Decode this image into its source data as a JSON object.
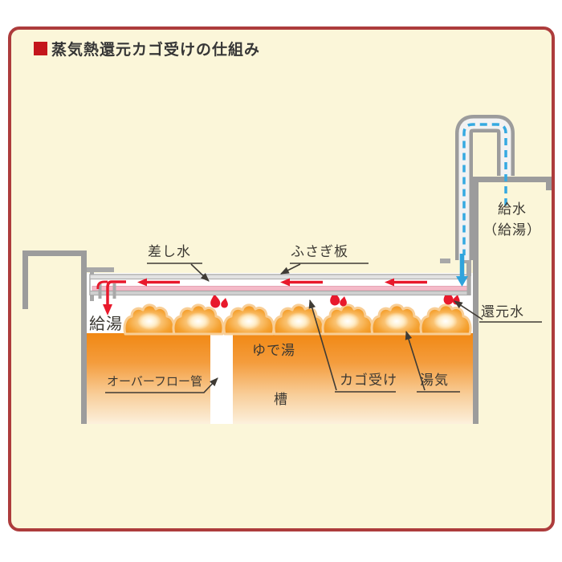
{
  "title": {
    "text": "蒸気熱還元カゴ受けの仕組み",
    "bullet_color": "#C4161C"
  },
  "labels": {
    "sashimizu": "差し水",
    "fusagiita": "ふさぎ板",
    "kyusui_line1": "給水",
    "kyusui_line2": "（給湯）",
    "kyuto": "給湯",
    "kangensui": "還元水",
    "overflow_pipe": "オーバーフロー管",
    "yudeyu": "ゆで湯",
    "kagouke": "カゴ受け",
    "yuge": "湯気",
    "tank": "槽"
  },
  "colors": {
    "card_background": "#FBF6D9",
    "card_border": "#AD3C3C",
    "wall_gray": "#9C9C9C",
    "hot_water_red": "#E8192C",
    "supply_water_blue": "#35A9E1",
    "channel_water_pink": "#F4BAC8",
    "steam_orange": "#F08A10",
    "leader_line": "#3F3B35",
    "text": "#3B3832"
  }
}
